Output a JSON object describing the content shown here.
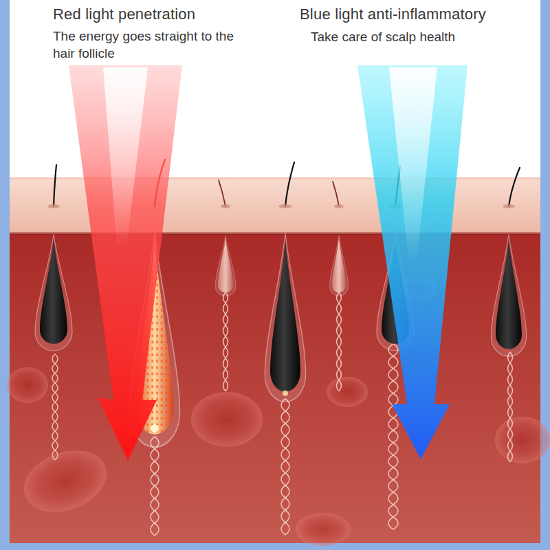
{
  "diagram": {
    "labels": [
      "Red light penetration",
      "The energy goes straight to the hair follicle",
      "Blue light anti-inflammatory",
      "Take care of scalp health"
    ]
  }
}
